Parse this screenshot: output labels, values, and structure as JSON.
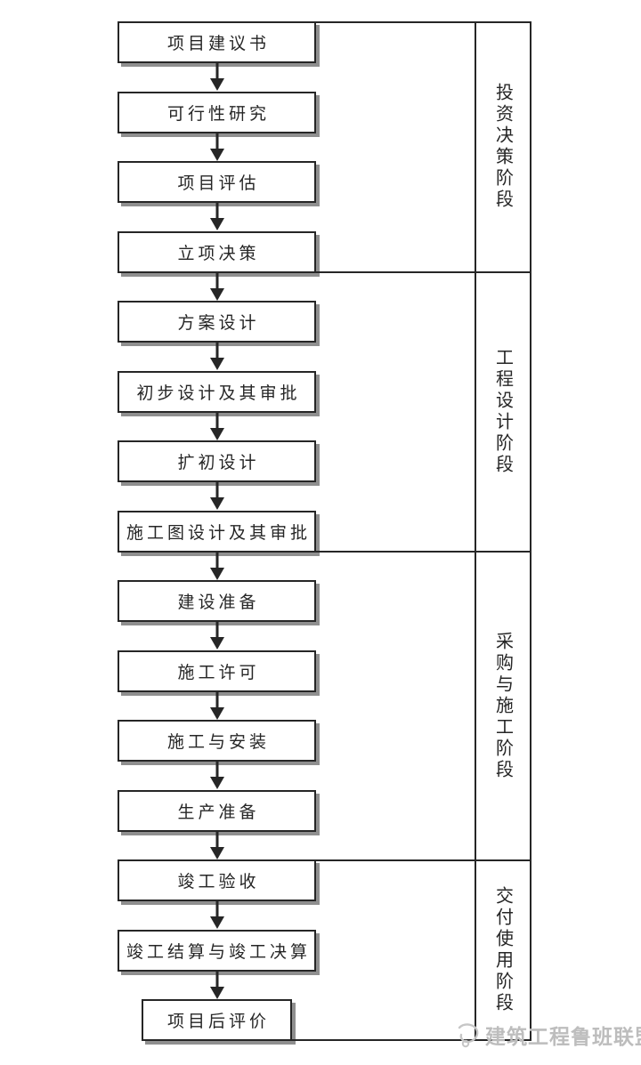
{
  "page": {
    "background": "#ffffff",
    "line_color": "#262626",
    "box_fill": "#ffffff",
    "box_shadow_color": "#8f8f8f",
    "watermark_color": "#bdbdbd"
  },
  "flow": {
    "steps": [
      {
        "label": "项目建议书"
      },
      {
        "label": "可行性研究"
      },
      {
        "label": "项目评估"
      },
      {
        "label": "立项决策"
      },
      {
        "label": "方案设计"
      },
      {
        "label": "初步设计及其审批"
      },
      {
        "label": "扩初设计"
      },
      {
        "label": "施工图设计及其审批"
      },
      {
        "label": "建设准备"
      },
      {
        "label": "施工许可"
      },
      {
        "label": "施工与安装"
      },
      {
        "label": "生产准备"
      },
      {
        "label": "竣工验收"
      },
      {
        "label": "竣工结算与竣工决算"
      },
      {
        "label": "项目后评价"
      }
    ]
  },
  "phases": [
    {
      "label": "投资决策阶段"
    },
    {
      "label": "工程设计阶段"
    },
    {
      "label": "采购与施工阶段"
    },
    {
      "label": "交付使用阶段"
    }
  ],
  "watermark": {
    "text": "建筑工程鲁班联盟",
    "logo": "luban-union-logo"
  }
}
